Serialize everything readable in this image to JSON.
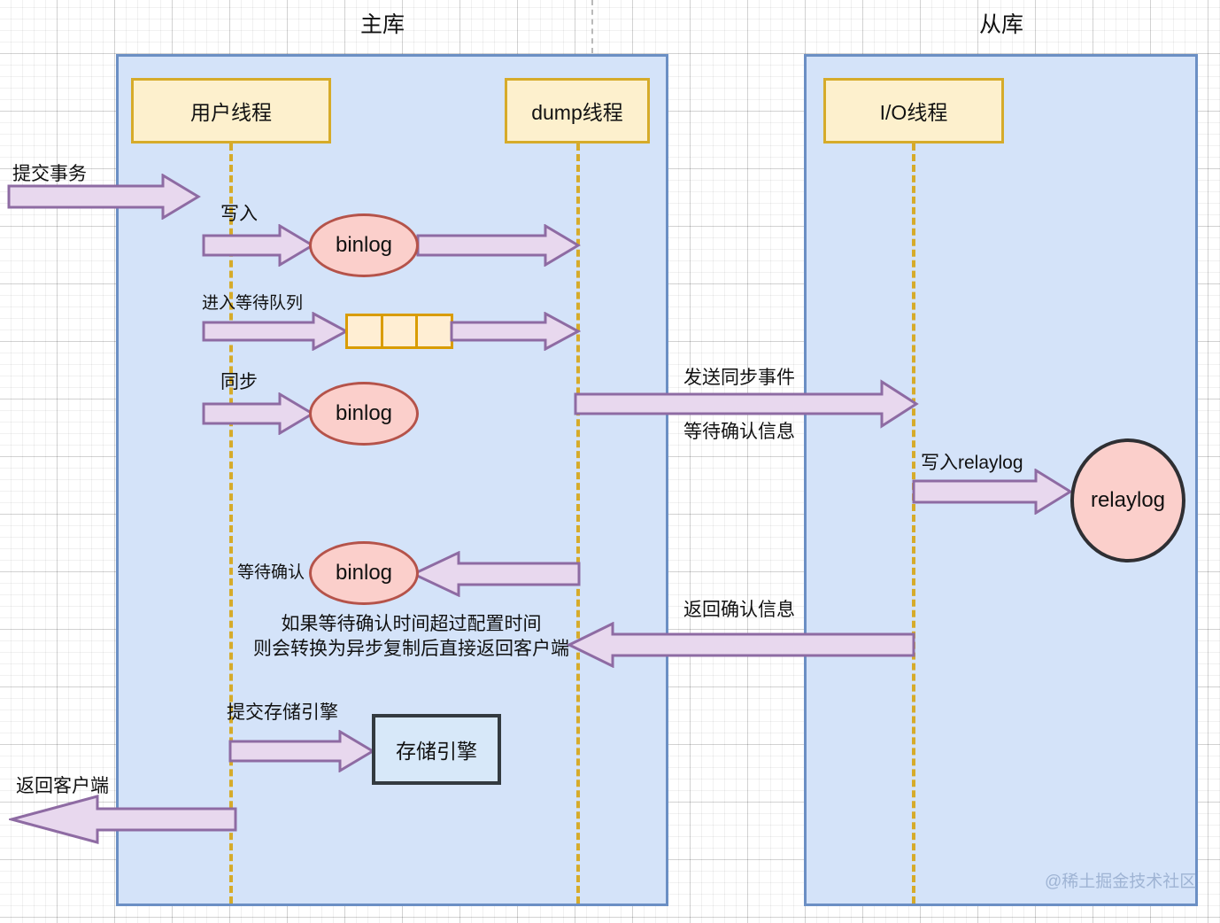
{
  "diagram": {
    "title_master": "主库",
    "title_slave": "从库",
    "watermark": "@稀土掘金技术社区"
  },
  "lanes": {
    "user_thread": "用户线程",
    "dump_thread": "dump线程",
    "io_thread": "I/O线程"
  },
  "nodes": {
    "binlog_1": "binlog",
    "binlog_2": "binlog",
    "binlog_3": "binlog",
    "relaylog": "relaylog",
    "storage_engine": "存储引擎",
    "queue_cells": [
      "",
      "",
      ""
    ]
  },
  "labels": {
    "commit_transaction": "提交事务",
    "write": "写入",
    "enter_wait_queue": "进入等待队列",
    "sync": "同步",
    "send_sync_event": "发送同步事件",
    "wait_ack_info": "等待确认信息",
    "write_relaylog": "写入relaylog",
    "wait_ack": "等待确认",
    "return_ack_info": "返回确认信息",
    "note_line1": "如果等待确认时间超过配置时间",
    "note_line2": "则会转换为异步复制后直接返回客户端",
    "commit_storage_engine": "提交存储引擎",
    "return_client": "返回客户端"
  },
  "colors": {
    "panel_fill": "#d4e3f9",
    "panel_border": "#6b8fc4",
    "lane_fill": "#fdf0cd",
    "lane_border": "#d6ab2a",
    "ellipse_fill": "#fbcfcb",
    "ellipse_border_red": "#b5534a",
    "ellipse_border_dark": "#2f2f33",
    "arrow_fill": "#e8d8ee",
    "arrow_stroke": "#8e6ba3",
    "queue_border": "#d99c00",
    "rect_fill": "#d7e8f9",
    "rect_border": "#333a40",
    "watermark": "#9fb4d4"
  },
  "chart_data": {
    "type": "table",
    "title": "MySQL 半同步复制流程 (主库 / 从库)",
    "flows": [
      {
        "from": "client",
        "to": "用户线程",
        "label": "提交事务"
      },
      {
        "from": "用户线程",
        "to": "binlog",
        "label": "写入"
      },
      {
        "from": "binlog",
        "to": "dump线程",
        "label": ""
      },
      {
        "from": "用户线程",
        "to": "等待队列",
        "label": "进入等待队列"
      },
      {
        "from": "等待队列",
        "to": "dump线程",
        "label": ""
      },
      {
        "from": "用户线程",
        "to": "binlog",
        "label": "同步"
      },
      {
        "from": "dump线程",
        "to": "I/O线程",
        "label": "发送同步事件 / 等待确认信息"
      },
      {
        "from": "I/O线程",
        "to": "relaylog",
        "label": "写入relaylog"
      },
      {
        "from": "dump线程",
        "to": "binlog",
        "label": "等待确认"
      },
      {
        "from": "I/O线程",
        "to": "用户线程",
        "label": "返回确认信息"
      },
      {
        "from": "用户线程",
        "to": "存储引擎",
        "label": "提交存储引擎"
      },
      {
        "from": "用户线程",
        "to": "client",
        "label": "返回客户端"
      }
    ]
  }
}
